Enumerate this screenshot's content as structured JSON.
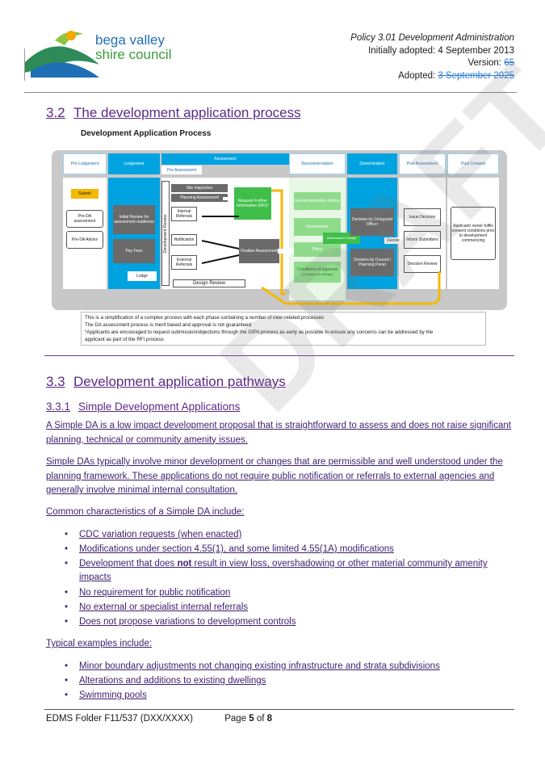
{
  "header": {
    "logo_line1": "bega valley",
    "logo_line2": "shire council",
    "policy": "Policy 3.01 Development Administration",
    "initially_adopted": "Initially adopted:  4 September 2013",
    "version_label": "Version: ",
    "version_value": "65",
    "adopted_label": "Adopted: ",
    "adopted_value": "3 September 2025"
  },
  "section_3_2": {
    "number": "3.2",
    "title": "The development application process",
    "figure_title": "Development Application Process",
    "phases": [
      "Pre-Lodgement",
      "Lodgement",
      "Assessment",
      "Pre-Assessment",
      "Recommendation",
      "Determination",
      "Post Assessment",
      "Post Consent"
    ],
    "boxes": {
      "submit": "Submit",
      "pre_da_assessment": "Pre-DA assessment",
      "pre_da_advice": "Pre-DA Advice",
      "initial_review": "Initial Review for assessment readiness",
      "pay_fees": "Pay Fees",
      "lodge": "Lodge",
      "dev_review": "Development Review",
      "site_inspection": "Site Inspection",
      "planning_assessment": "Planning Assessment",
      "internal_referrals": "Internal Referrals",
      "notification": "Notification",
      "external_referrals": "External Referrals",
      "request_info": "Request Further Information (RFI)*",
      "finalise_assessment": "Finalise Assessment",
      "design_review": "Design Review",
      "recommendation_advice": "Recommendation Advice",
      "assessment": "Assessment",
      "plans": "Plans",
      "conditions": "Conditions of approval",
      "conditions_sub": "(or Reasons for Refusal)",
      "comms_package": "Determination Package",
      "delegated_officer": "Decision by Delegated Officer",
      "decide": "Decide",
      "council_panel": "Decision by Council / Planning Panel",
      "issue_decision": "Issue Decision",
      "inform_submitters": "Inform Submitters",
      "decision_review": "Decision Review",
      "applicant_fulfils": "Applicant/ owner fulfils consent conditions prior to development commencing"
    },
    "note_lines": [
      "This is a simplification of a complex process with each phase containing a number of inter-related processes",
      "The DA assessment process is merit based and approval is not guaranteed",
      "*Applicants are encouraged to request submission/objections through the GIPA process as early as possible to ensure any concerns can be addressed by the",
      "applicant as part of the RFI process"
    ]
  },
  "section_3_3": {
    "number": "3.3",
    "title": "Development application pathways",
    "sub_number": "3.3.1",
    "sub_title": "Simple Development Applications",
    "para1_l1": "A Simple DA is a low impact development proposal that is straightforward to assess and does not raise significant",
    "para1_l2": "planning, technical or community amenity issues.",
    "para2_l1": "Simple DAs typically involve minor development or changes that are permissible and well understood under the",
    "para2_l2": "planning framework. These applications do not require public notification or referrals to external agencies and",
    "para2_l3": "generally involve minimal internal consultation.",
    "characteristics_intro": "Common characteristics of a Simple DA include:",
    "characteristics": [
      "CDC variation requests (when enacted)",
      "Modifications under section 4.55(1), and some limited 4.55(1A) modifications",
      "Development that does ",
      "impacts",
      "No requirement for public notification",
      "No external or specialist internal referrals",
      "Does not propose variations to development controls"
    ],
    "bold_not": "not",
    "char3_rest": " result in view loss, overshadowing or other material community amenity",
    "examples_intro": "Typical examples include:",
    "examples": [
      "Minor boundary adjustments not changing existing infrastructure and strata subdivisions",
      "Alterations and additions to existing dwellings",
      "Swimming pools"
    ]
  },
  "footer": {
    "folder": "EDMS Folder F11/537   (DXX/XXXX)",
    "page_label": "Page ",
    "page_num": "5",
    "of": " of ",
    "total": "8"
  },
  "watermark": "DRAFT",
  "bullet": "•",
  "colors": {
    "accent": "#5b2a86",
    "diagram_blue": "#00a3e0",
    "diagram_green": "#3fbf4a",
    "arrow_yellow": "#f5b800"
  }
}
